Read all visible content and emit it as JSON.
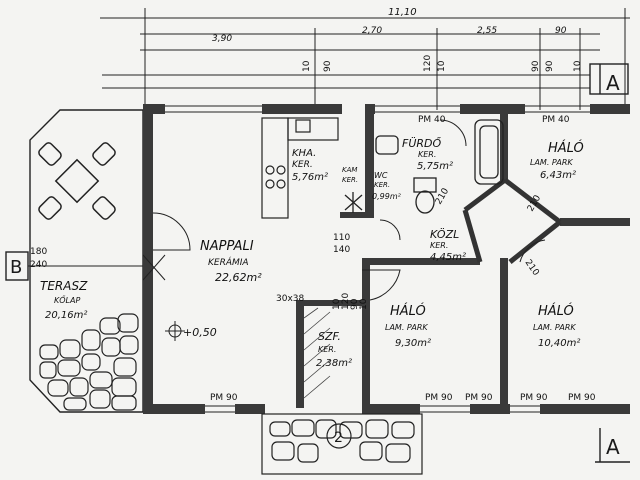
{
  "dimensions": {
    "total": "11,10",
    "segments": [
      "3,90",
      "2,70",
      "2,55",
      "90"
    ],
    "vertical_marks": [
      "10",
      "90",
      "120",
      "10",
      "90",
      "90",
      "10"
    ],
    "left_marks": [
      "180",
      "240"
    ],
    "misc": [
      "110",
      "140",
      "30x38",
      "10",
      "120",
      "90",
      "10"
    ]
  },
  "section_markers": {
    "top": "A",
    "bottom": "A",
    "left": "B"
  },
  "rooms": {
    "living": {
      "name": "NAPPALI",
      "floor": "KERÁMIA",
      "area": "22,62m²"
    },
    "kitchen": {
      "name": "KHA.",
      "floor": "KER.",
      "area": "5,76m²"
    },
    "bathroom": {
      "name": "FÜRDŐ",
      "floor": "KER.",
      "area": "5,75m²"
    },
    "wc": {
      "name": "WC",
      "floor": "KER.",
      "area": "0,99m²"
    },
    "pantry": {
      "name": "KAM",
      "floor": "KER."
    },
    "hall": {
      "name": "KÖZL",
      "floor": "KER.",
      "area": "4,45m²"
    },
    "bedroom1": {
      "name": "HÁLÓ",
      "floor": "LAM. PARK",
      "area": "6,43m²"
    },
    "bedroom2": {
      "name": "HÁLÓ",
      "floor": "LAM. PARK",
      "area": "9,30m²"
    },
    "bedroom3": {
      "name": "HÁLÓ",
      "floor": "LAM. PARK",
      "area": "10,40m²"
    },
    "wardrobe": {
      "name": "SZF.",
      "floor": "KER.",
      "area": "2,38m²"
    },
    "terrace": {
      "name": "TERASZ",
      "floor": "KŐLAP",
      "area": "20,16m²"
    }
  },
  "annotations": {
    "elevation": "+0,50",
    "window_codes": [
      "PM 40",
      "PM 40",
      "PM 90",
      "PM 90",
      "PM 90",
      "PM 90",
      "PM 90"
    ],
    "step_label": "2",
    "door_widths": [
      "210",
      "210",
      "210"
    ]
  }
}
